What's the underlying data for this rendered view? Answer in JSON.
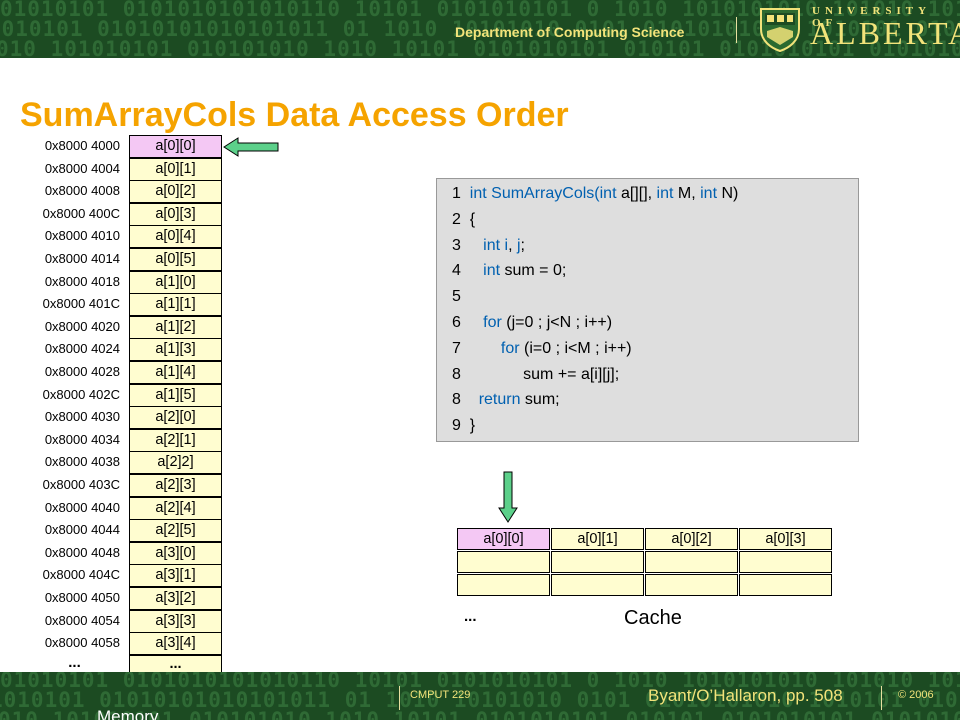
{
  "header": {
    "department": "Department of Computing Science",
    "university_top": "UNIVERSITY OF",
    "university_main": "ALBERTA",
    "binary_rows": [
      "01010101 0101010101010110 10101 0101010101 0 1010 1010101010 101010 10101010101",
      "1010101 01010101010101011 01 1010 10101010 0101 01010101010 1010101 010101010",
      "010 101010101 010101010 1010 10101 0101010101 010101 0101010101 01010101010"
    ]
  },
  "title": "SumArrayCols Data Access Order",
  "memory": {
    "addresses": [
      "0x8000 4000",
      "0x8000 4004",
      "0x8000 4008",
      "0x8000 400C",
      "0x8000 4010",
      "0x8000 4014",
      "0x8000 4018",
      "0x8000 401C",
      "0x8000 4020",
      "0x8000 4024",
      "0x8000 4028",
      "0x8000 402C",
      "0x8000 4030",
      "0x8000 4034",
      "0x8000 4038",
      "0x8000 403C",
      "0x8000 4040",
      "0x8000 4044",
      "0x8000 4048",
      "0x8000 404C",
      "0x8000 4050",
      "0x8000 4054",
      "0x8000 4058"
    ],
    "cells": [
      "a[0][0]",
      "a[0][1]",
      "a[0][2]",
      "a[0][3]",
      "a[0][4]",
      "a[0][5]",
      "a[1][0]",
      "a[1][1]",
      "a[1][2]",
      "a[1][3]",
      "a[1][4]",
      "a[1][5]",
      "a[2][0]",
      "a[2][1]",
      "a[2]2]",
      "a[2][3]",
      "a[2][4]",
      "a[2][5]",
      "a[3][0]",
      "a[3][1]",
      "a[3][2]",
      "a[3][3]",
      "a[3][4]"
    ],
    "highlighted_index": 0,
    "ellipsis": "...",
    "label": "Memory"
  },
  "code": {
    "lines": [
      {
        "num": "1",
        "segments": [
          [
            "  ",
            ""
          ],
          [
            "int",
            "kw"
          ],
          [
            " SumArrayCols(",
            "kw"
          ],
          [
            "int",
            "kw"
          ],
          [
            " a[][], ",
            ""
          ],
          [
            "int",
            "kw"
          ],
          [
            " M, ",
            ""
          ],
          [
            "int",
            "kw"
          ],
          [
            " N)",
            ""
          ]
        ]
      },
      {
        "num": "2",
        "segments": [
          [
            "  {",
            ""
          ]
        ]
      },
      {
        "num": "3",
        "segments": [
          [
            "     ",
            ""
          ],
          [
            "int",
            "kw"
          ],
          [
            " ",
            ""
          ],
          [
            "i",
            "kw"
          ],
          [
            ", ",
            ""
          ],
          [
            "j",
            "kw"
          ],
          [
            ";",
            ""
          ]
        ]
      },
      {
        "num": "4",
        "segments": [
          [
            "     ",
            ""
          ],
          [
            "int",
            "kw"
          ],
          [
            " sum = 0;",
            ""
          ]
        ]
      },
      {
        "num": "5",
        "segments": []
      },
      {
        "num": "6",
        "segments": [
          [
            "     ",
            ""
          ],
          [
            "for",
            "kw"
          ],
          [
            " (j=0 ; j<N ; i++)",
            ""
          ]
        ]
      },
      {
        "num": "7",
        "segments": [
          [
            "         ",
            ""
          ],
          [
            "for",
            "kw"
          ],
          [
            " (i=0 ; i<M ; i++)",
            ""
          ]
        ]
      },
      {
        "num": "8",
        "segments": [
          [
            "              sum += a[i][j];",
            ""
          ]
        ]
      },
      {
        "num": "8",
        "segments": [
          [
            "    ",
            ""
          ],
          [
            "return",
            "kw"
          ],
          [
            " sum;",
            ""
          ]
        ]
      },
      {
        "num": "9",
        "segments": [
          [
            "  }",
            ""
          ]
        ]
      }
    ]
  },
  "cache": {
    "cells": [
      "a[0][0]",
      "a[0][1]",
      "a[0][2]",
      "a[0][3]"
    ],
    "highlighted_index": 0,
    "ellipsis": "...",
    "label": "Cache"
  },
  "footer": {
    "course": "CMPUT 229",
    "citation": "Byant/O’Hallaron, pp. 508",
    "copyright": "© 2006"
  },
  "colors": {
    "band_green": "#1c4b22",
    "band_text": "#f2e37a",
    "title": "#f5a300",
    "cell_fill": "#fffdd0",
    "highlight_fill": "#f4c8f4",
    "keyword": "#0060b0",
    "arrow": "#5cd08a"
  }
}
